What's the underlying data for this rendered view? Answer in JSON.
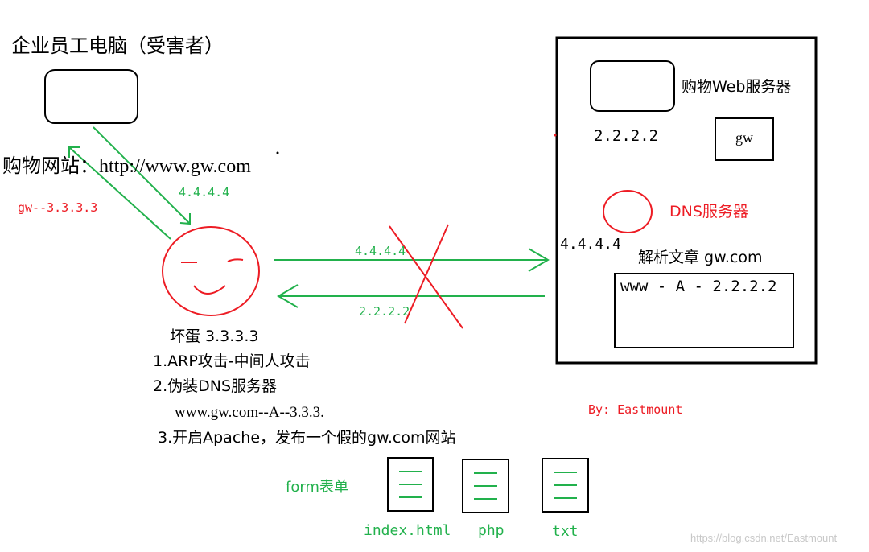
{
  "colors": {
    "black": "#000000",
    "green": "#22b14c",
    "red": "#ed1c24",
    "watermark": "#c8c8c8"
  },
  "victim": {
    "title": "企业员工电脑（受害者）",
    "site": "购物网站：http://www.gw.com",
    "request_ip": "4.4.4.4",
    "spoofed_record": "gw--3.3.3.3"
  },
  "attacker": {
    "label": "坏蛋 3.3.3.3",
    "forward_ip": "4.4.4.4",
    "return_ip": "2.2.2.2",
    "steps": [
      "1.ARP攻击-中间人攻击",
      "2.伪装DNS服务器",
      "www.gw.com--A--3.3.3.",
      "3.开启Apache，发布一个假的gw.com网站"
    ]
  },
  "server_side": {
    "web_server_label": "购物Web服务器",
    "web_server_ip": "2.2.2.2",
    "gw_box": "gw",
    "dns_label": "DNS服务器",
    "dns_ip": "4.4.4.4",
    "resolve_label": "解析文章 gw.com",
    "record": "www - A - 2.2.2.2"
  },
  "author": "By: Eastmount",
  "fake_site": {
    "label": "form表单",
    "files": [
      "index.html",
      "php",
      "txt"
    ]
  },
  "watermark": "https://blog.csdn.net/Eastmount"
}
